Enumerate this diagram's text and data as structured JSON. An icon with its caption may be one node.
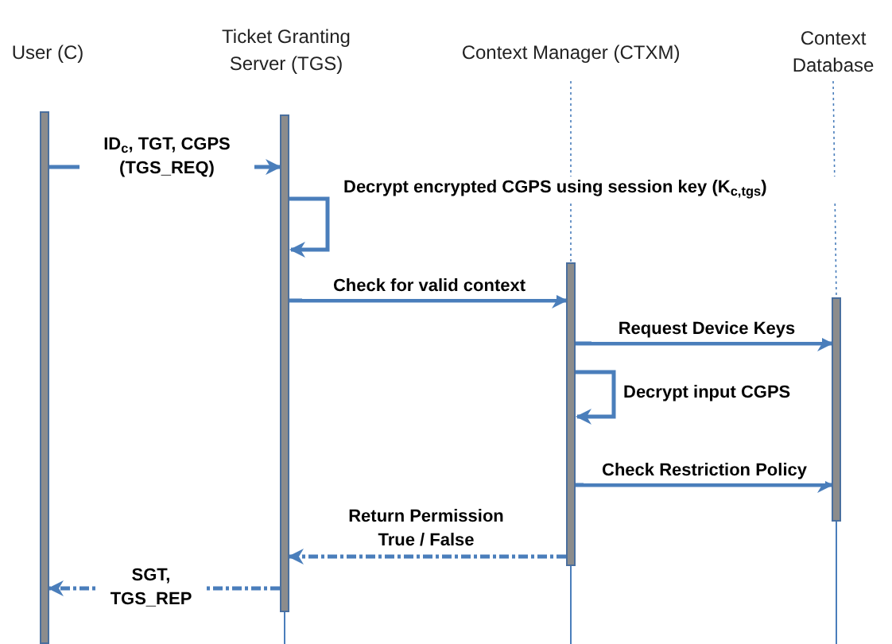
{
  "diagram": {
    "nodes": [
      {
        "text": [
          "User (C)"
        ]
      },
      {
        "text": [
          "Ticket Granting Server (TGS)"
        ]
      },
      {
        "text": [
          "Context Manager (CTXM)"
        ]
      },
      {
        "text": [
          "Context Database"
        ]
      },
      {
        "text": [],
        "shape": "bar"
      },
      {
        "text": [],
        "shape": "bar"
      },
      {
        "text": [],
        "shape": "bar"
      },
      {
        "text": [],
        "shape": "bar"
      }
    ],
    "edges": [
      {
        "from": 4,
        "to": 5,
        "arrow": "to",
        "label": "ID$_{c}$, TGT, CGPS (TGS_REQ)"
      },
      {
        "from": 5,
        "to": 5,
        "arrow": "to",
        "label": "Decrypt encrypted CGPS using session key (K$_{c,tgs}$)"
      },
      {
        "from": 5,
        "to": 6,
        "arrow": "to",
        "label": "Check for valid context"
      },
      {
        "from": 6,
        "to": 7,
        "arrow": "to",
        "label": "Request Device Keys"
      },
      {
        "from": 6,
        "to": 6,
        "arrow": "to",
        "label": "Decrypt input CGPS"
      },
      {
        "from": 6,
        "to": 7,
        "arrow": "to",
        "label": "Check Restriction Policy"
      },
      {
        "from": 6,
        "to": 5,
        "arrow": "to",
        "label": "Return Permission True / False",
        "style": "dashed"
      },
      {
        "from": 5,
        "to": 4,
        "arrow": "to",
        "label": "SGT, TGS_REP",
        "style": "dashed"
      },
      {
        "from": 2,
        "to": 6,
        "arrow": "none",
        "style": "dashed"
      },
      {
        "from": 3,
        "to": 7,
        "arrow": "none",
        "style": "dashed"
      }
    ]
  }
}
